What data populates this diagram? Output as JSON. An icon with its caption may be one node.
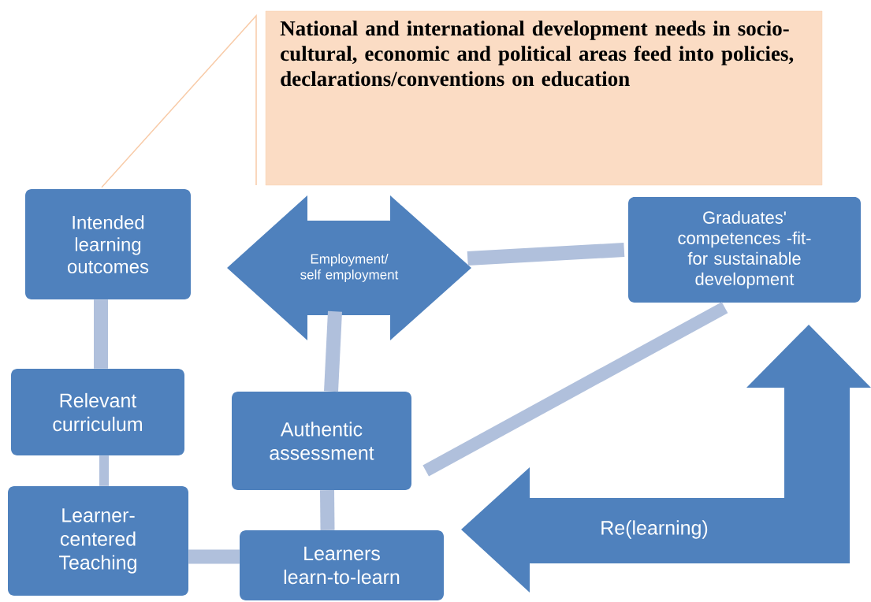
{
  "diagram": {
    "nodes": [
      {
        "text": [
          "National and international development needs in socio-cultural, economic and political areas feed into policies, declarations/conventions on education"
        ]
      },
      {
        "text": [
          "Intended learning outcomes"
        ]
      },
      {
        "text": [
          "Employment/ self employment"
        ]
      },
      {
        "text": [
          "Graduates' competences -fit- for sustainable development"
        ]
      },
      {
        "text": [
          "Relevant curriculum"
        ]
      },
      {
        "text": [
          "Authentic assessment"
        ]
      },
      {
        "text": [
          "Learner-centered Teaching"
        ]
      },
      {
        "text": [
          "Learners learn-to-learn"
        ]
      },
      {
        "text": [
          "Re(learning)"
        ]
      }
    ],
    "edges": [
      {
        "from": 0,
        "to": 1,
        "arrow": "none",
        "color": "#f8cba8"
      },
      {
        "from": 1,
        "to": 4,
        "arrow": "none"
      },
      {
        "from": 4,
        "to": 6,
        "arrow": "none"
      },
      {
        "from": 6,
        "to": 7,
        "arrow": "none"
      },
      {
        "from": 7,
        "to": 5,
        "arrow": "none"
      },
      {
        "from": 5,
        "to": 2,
        "arrow": "none"
      },
      {
        "from": 2,
        "to": 3,
        "arrow": "none"
      },
      {
        "from": 5,
        "to": 3,
        "arrow": "none"
      }
    ]
  }
}
